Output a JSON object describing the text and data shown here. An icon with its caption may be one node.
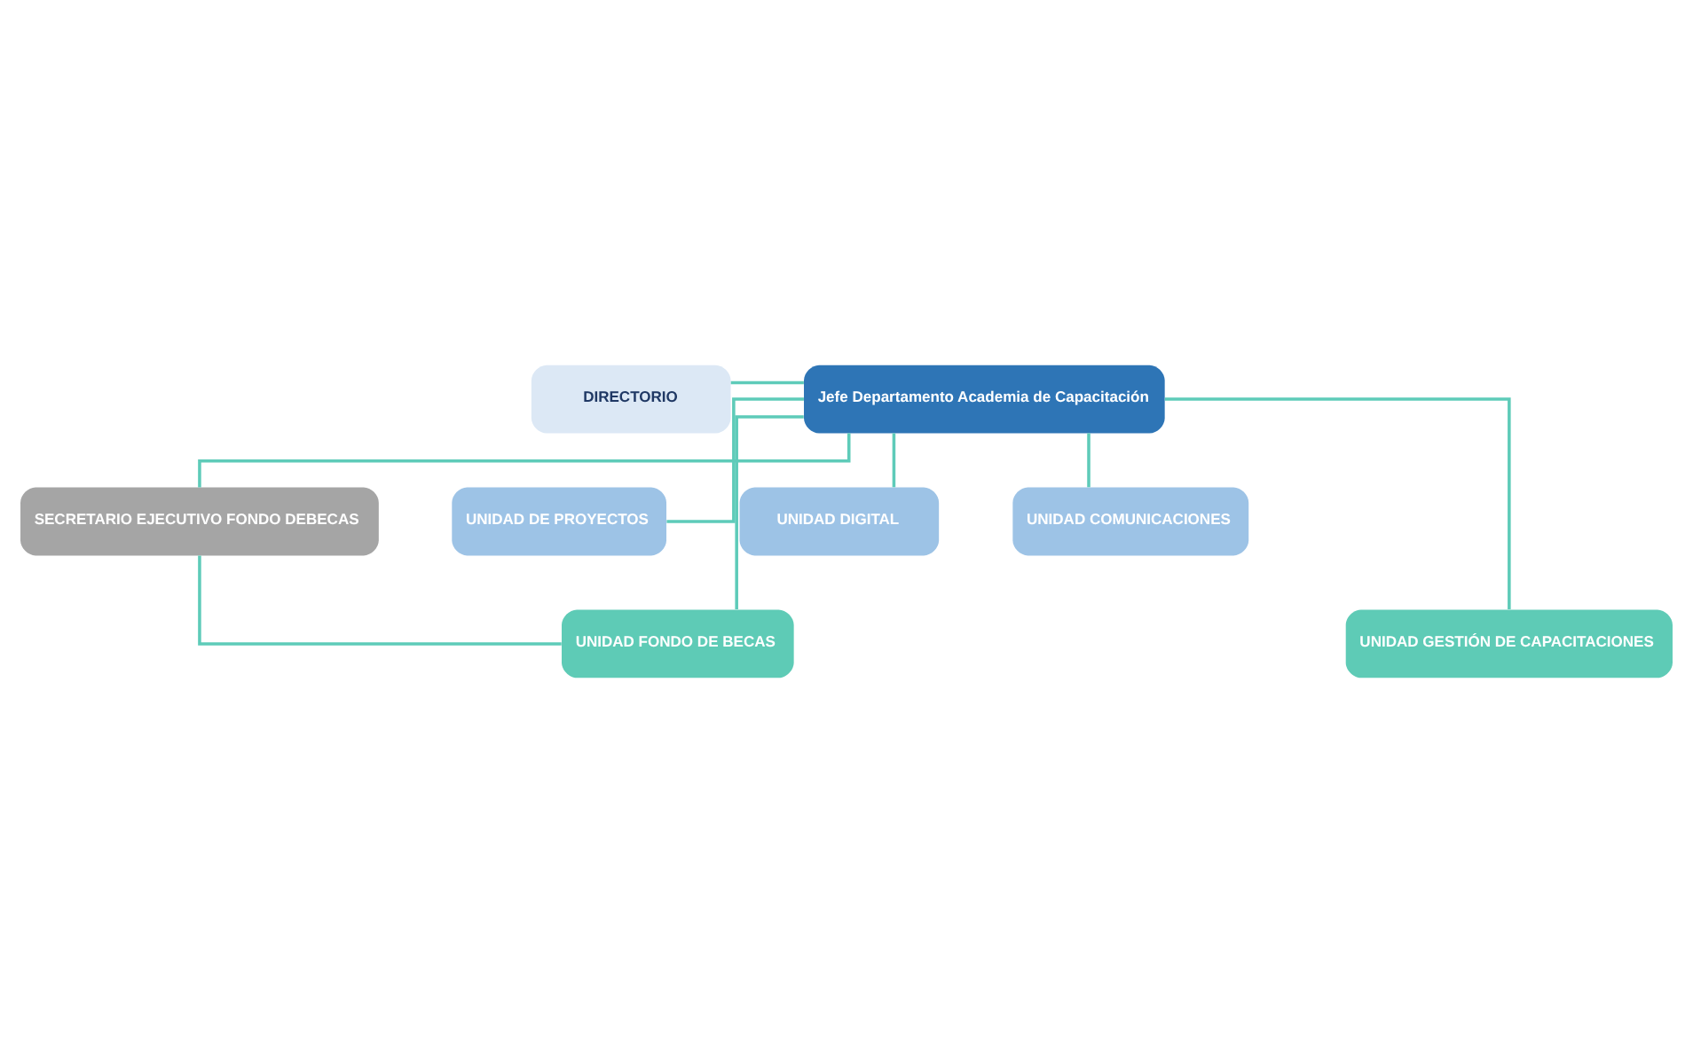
{
  "diagram": {
    "nodes": [
      {
        "text": [
          "DIRECTORIO"
        ]
      },
      {
        "text": [
          "Jefe Departamento Academia de Capacitación"
        ]
      },
      {
        "text": [
          "SECRETARIO EJECUTIVO FONDO DEBECAS"
        ]
      },
      {
        "text": [
          "UNIDAD DE PROYECTOS"
        ]
      },
      {
        "text": [
          "UNIDAD DIGITAL"
        ]
      },
      {
        "text": [
          "UNIDAD COMUNICACIONES"
        ]
      },
      {
        "text": [
          "UNIDAD FONDO DE BECAS"
        ]
      },
      {
        "text": [
          "UNIDAD GESTIÓN DE CAPACITACIONES"
        ]
      }
    ],
    "edges": [
      {
        "from": 0,
        "to": 1,
        "arrow": "none"
      },
      {
        "from": 1,
        "to": 2,
        "arrow": "none"
      },
      {
        "from": 1,
        "to": 3,
        "arrow": "none"
      },
      {
        "from": 1,
        "to": 4,
        "arrow": "none"
      },
      {
        "from": 1,
        "to": 5,
        "arrow": "none"
      },
      {
        "from": 1,
        "to": 6,
        "arrow": "none"
      },
      {
        "from": 2,
        "to": 6,
        "arrow": "none"
      },
      {
        "from": 1,
        "to": 7,
        "arrow": "none"
      }
    ]
  }
}
